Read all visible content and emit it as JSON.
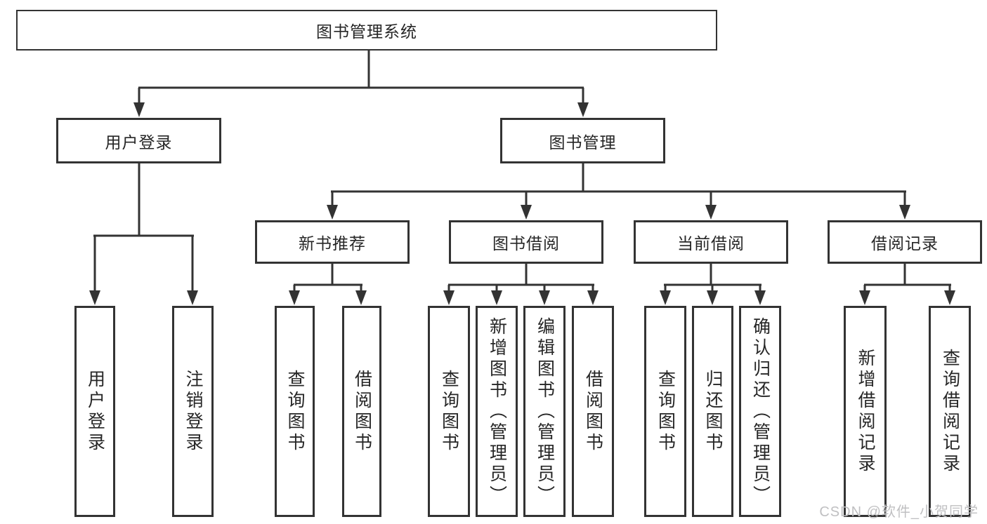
{
  "root": {
    "label": "图书管理系统"
  },
  "user_login": {
    "label": "用户登录",
    "children": [
      "用户登录",
      "注销登录"
    ]
  },
  "book_management": {
    "label": "图书管理",
    "sections": [
      {
        "label": "新书推荐",
        "children": [
          "查询图书",
          "借阅图书"
        ]
      },
      {
        "label": "图书借阅",
        "children": [
          "查询图书",
          "新增图书（管理员）",
          "编辑图书（管理员）",
          "借阅图书"
        ]
      },
      {
        "label": "当前借阅",
        "children": [
          "查询图书",
          "归还图书",
          "确认归还（管理员）"
        ]
      },
      {
        "label": "借阅记录",
        "children": [
          "新增借阅记录",
          "查询借阅记录"
        ]
      }
    ]
  },
  "watermark": "CSDN @软件_小贺同学",
  "colors": {
    "line": "#333333",
    "text": "#262626",
    "box_background": "#ffffff",
    "watermark": "#c0c0c2",
    "background": "#ffffff"
  }
}
